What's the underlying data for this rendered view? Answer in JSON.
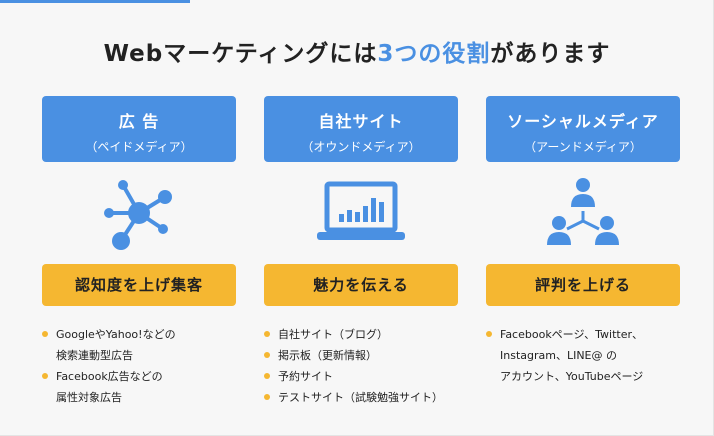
{
  "title": {
    "prefix": "Webマーケティングには",
    "accent": "3つの役割",
    "suffix": "があります"
  },
  "columns": [
    {
      "name": "広 告",
      "sub": "（ペイドメディア）",
      "icon": "network-icon",
      "goal": "認知度を上げ集客",
      "bullets": [
        "GoogleやYahoo!などの",
        "Facebook広告などの"
      ],
      "bullet_cont": [
        "検索連動型広告",
        "属性対象広告"
      ]
    },
    {
      "name": "自社サイト",
      "sub": "（オウンドメディア）",
      "icon": "laptop-chart-icon",
      "goal": "魅力を伝える",
      "bullets": [
        "自社サイト（ブログ）",
        "掲示板（更新情報）",
        "予約サイト",
        "テストサイト（試験勉強サイト）"
      ]
    },
    {
      "name": "ソーシャルメディア",
      "sub": "（アーンドメディア）",
      "icon": "people-share-icon",
      "goal": "評判を上げる",
      "bullets": [
        "Facebookページ、Twitter、"
      ],
      "bullet_cont": [
        "Instagram、LINE@ の",
        "アカウント、YouTubeページ"
      ]
    }
  ],
  "colors": {
    "blue": "#4a90e2",
    "yellow": "#f5b731"
  }
}
